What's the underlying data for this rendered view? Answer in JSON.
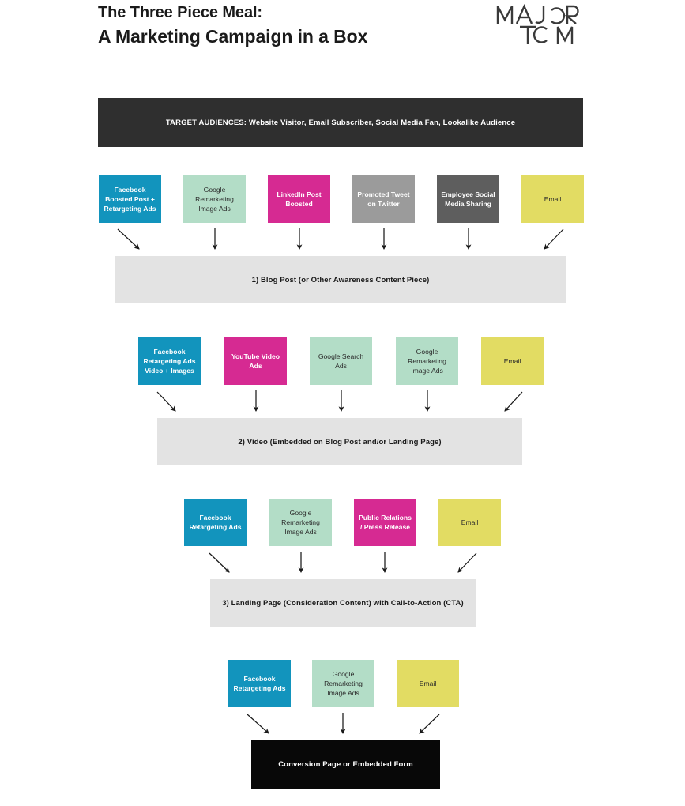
{
  "header": {
    "title_line_1": "The Three Piece Meal:",
    "title_line_2": "A Marketing Campaign in a Box",
    "logo_line_1": "MAJOR",
    "logo_line_2": "TOM",
    "logo_name": "major-tom-logo"
  },
  "colors": {
    "teal": "#1294bd",
    "mint": "#b3ddc7",
    "magenta": "#d62a92",
    "gray_light": "#9b9b9b",
    "gray_dark": "#5e5e5e",
    "yellow": "#e2dc63",
    "banner_dark": "#2f2f2f",
    "stage_gray": "#e3e3e3",
    "final_black": "#080808",
    "text_light": "#ffffff",
    "text_dark": "#2a2a2a"
  },
  "banner": {
    "text": "TARGET AUDIENCES: Website Visitor, Email Subscriber, Social Media Fan, Lookalike Audience"
  },
  "stages": [
    {
      "id": "stage-1",
      "label": "1) Blog Post (or Other Awareness Content Piece)",
      "channels": [
        {
          "label": "Facebook Boosted Post + Retargeting Ads",
          "color": "teal",
          "text": "light"
        },
        {
          "label": "Google Remarketing Image Ads",
          "color": "mint",
          "text": "dark"
        },
        {
          "label": "LinkedIn Post Boosted",
          "color": "magenta",
          "text": "light"
        },
        {
          "label": "Promoted Tweet on Twitter",
          "color": "gray_light",
          "text": "light"
        },
        {
          "label": "Employee Social Media Sharing",
          "color": "gray_dark",
          "text": "light"
        },
        {
          "label": "Email",
          "color": "yellow",
          "text": "dark"
        }
      ]
    },
    {
      "id": "stage-2",
      "label": "2) Video (Embedded on Blog Post and/or Landing Page)",
      "channels": [
        {
          "label": "Facebook Retargeting Ads Video + Images",
          "color": "teal",
          "text": "light"
        },
        {
          "label": "YouTube Video Ads",
          "color": "magenta",
          "text": "light"
        },
        {
          "label": "Google Search Ads",
          "color": "mint",
          "text": "dark"
        },
        {
          "label": "Google Remarketing Image Ads",
          "color": "mint",
          "text": "dark"
        },
        {
          "label": "Email",
          "color": "yellow",
          "text": "dark"
        }
      ]
    },
    {
      "id": "stage-3",
      "label": "3) Landing Page (Consideration Content) with Call-to-Action (CTA)",
      "channels": [
        {
          "label": "Facebook Retargeting Ads",
          "color": "teal",
          "text": "light"
        },
        {
          "label": "Google Remarketing Image Ads",
          "color": "mint",
          "text": "dark"
        },
        {
          "label": "Public Relations / Press Release",
          "color": "magenta",
          "text": "light"
        },
        {
          "label": "Email",
          "color": "yellow",
          "text": "dark"
        }
      ]
    },
    {
      "id": "stage-4",
      "label": "Conversion Page or Embedded Form",
      "channels": [
        {
          "label": "Facebook Retargeting Ads",
          "color": "teal",
          "text": "light"
        },
        {
          "label": "Google Remarketing Image Ads",
          "color": "mint",
          "text": "dark"
        },
        {
          "label": "Email",
          "color": "yellow",
          "text": "dark"
        }
      ]
    }
  ]
}
